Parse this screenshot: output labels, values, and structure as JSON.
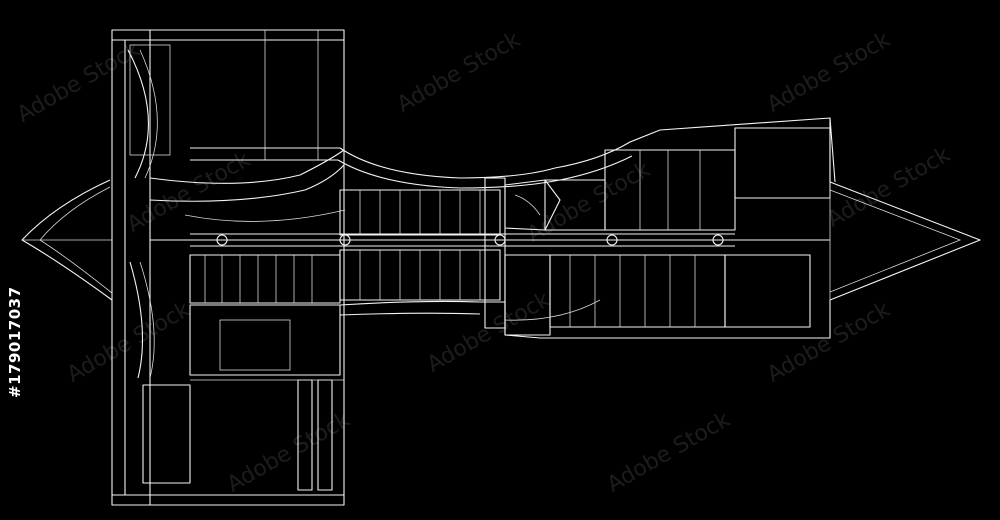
{
  "stock_id": "#179017037",
  "watermark_text": "Adobe Stock",
  "colors": {
    "background": "#000000",
    "line": "#f4f4f4",
    "watermark": "#ffffff"
  },
  "diagram": {
    "subject": "turbofan-jet-engine-cutaway",
    "style": "white-line-drawing"
  }
}
